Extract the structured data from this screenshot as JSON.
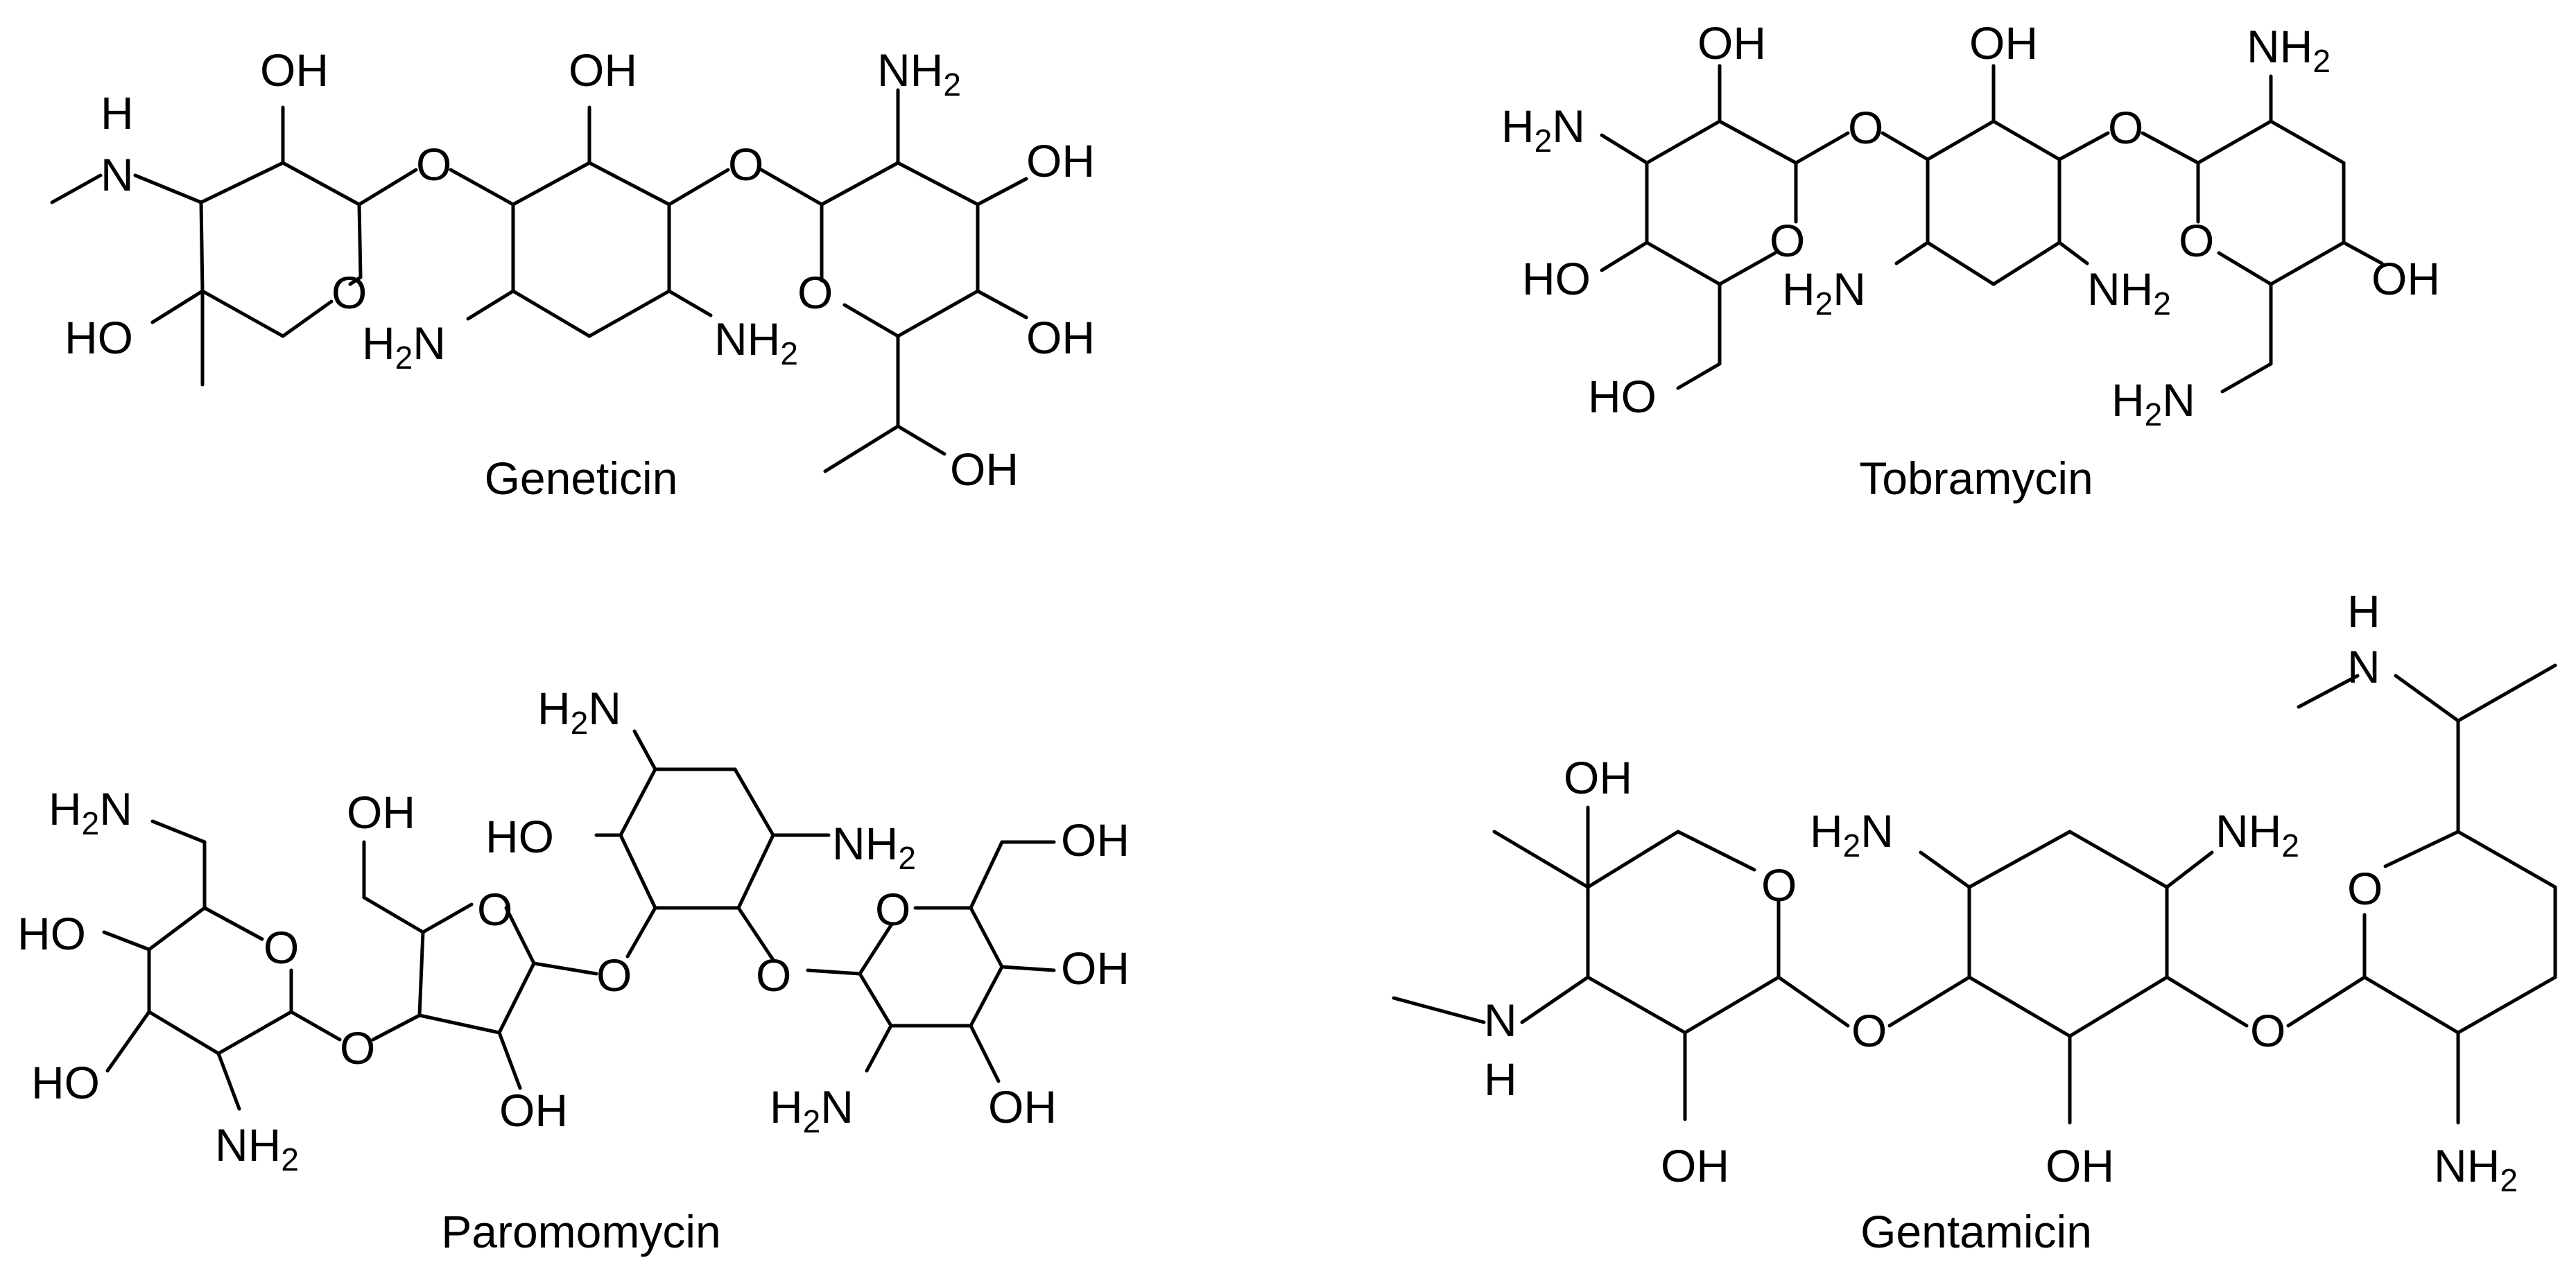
{
  "diagram": {
    "geneticin": {
      "name": "Geneticin",
      "labels": {
        "oh": "OH",
        "o": "O",
        "n": "N",
        "h": "H",
        "h2": "H",
        "nh": "NH",
        "sub2": "2",
        "ho": "HO"
      }
    },
    "tobramycin": {
      "name": "Tobramycin",
      "labels": {
        "oh": "OH",
        "o": "O",
        "h": "H",
        "nh": "NH",
        "sub2": "2",
        "ho": "HO",
        "n": "N"
      }
    },
    "paromomycin": {
      "name": "Paromomycin",
      "labels": {
        "oh": "OH",
        "o": "O",
        "h": "H",
        "nh": "NH",
        "sub2": "2",
        "ho": "HO",
        "n": "N"
      }
    },
    "gentamicin": {
      "name": "Gentamicin",
      "labels": {
        "oh": "OH",
        "o": "O",
        "h": "H",
        "nh": "NH",
        "sub2": "2",
        "n": "N"
      }
    }
  }
}
